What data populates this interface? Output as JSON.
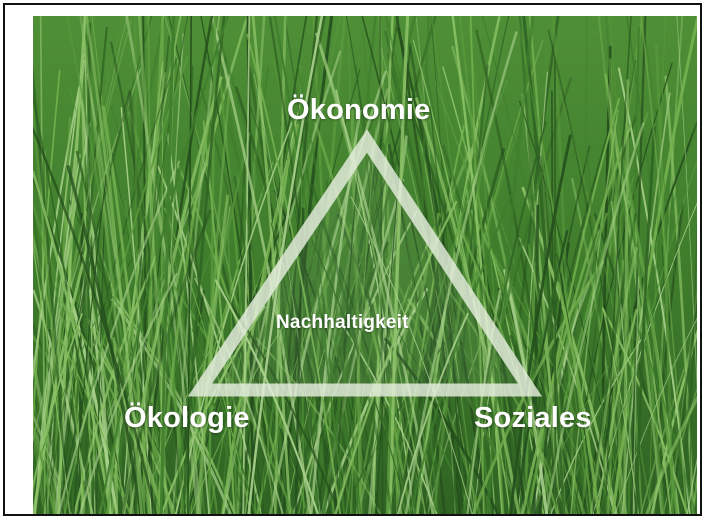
{
  "diagram": {
    "top_label": "Ökonomie",
    "center_label": "Nachhaltigkeit",
    "bottom_left_label": "Ökologie",
    "bottom_right_label": "Soziales"
  },
  "colors": {
    "frame": "#111111",
    "label": "#ffffff",
    "triangle_stroke": "#e6eedf",
    "grass_base": "#3f7d2c",
    "grass_dark": "#234d1c",
    "grass_light": "#a8d08a"
  }
}
